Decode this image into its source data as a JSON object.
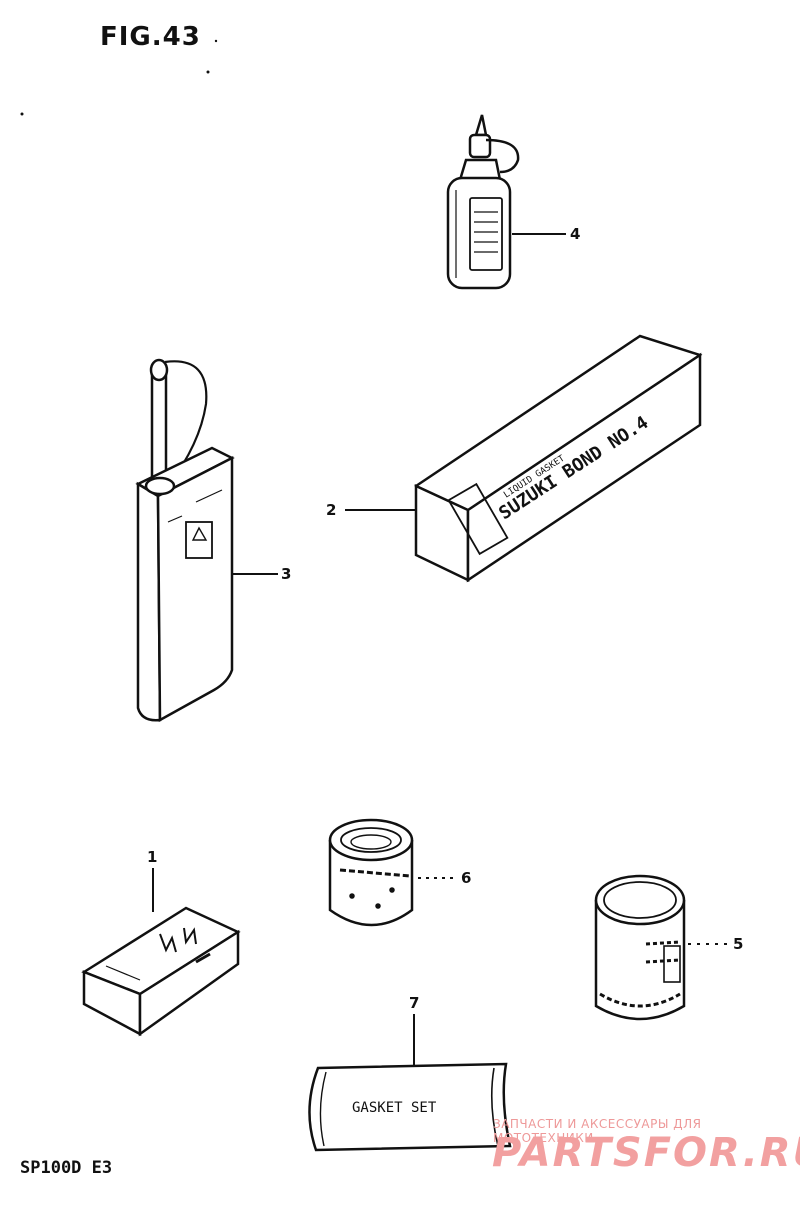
{
  "figure": {
    "title": "FIG.43",
    "model": "SP100D E3"
  },
  "callouts": [
    "1",
    "2",
    "3",
    "4",
    "5",
    "6",
    "7"
  ],
  "parts": {
    "liquid_gasket_label": "LIQUID GASKET",
    "bond_label": "SUZUKI BOND NO.4",
    "gasket_set_label": "GASKET SET"
  },
  "watermark": {
    "line1": "ЗАПЧАСТИ И АКСЕССУАРЫ ДЛЯ МОТОТЕХНИКИ",
    "line2": "PARTSFOR.RU"
  }
}
